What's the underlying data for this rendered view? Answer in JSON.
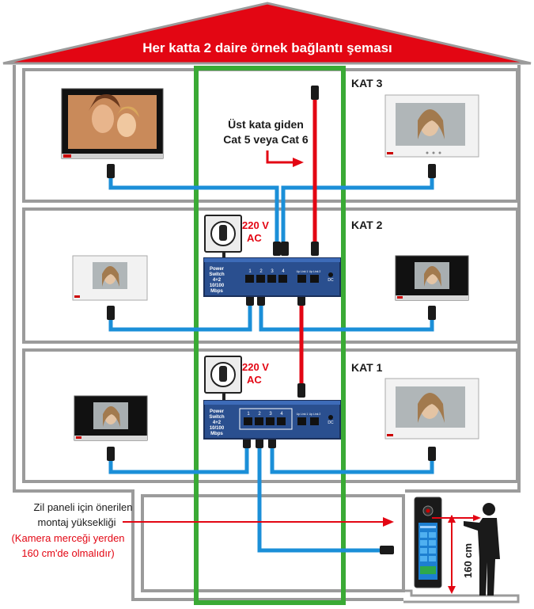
{
  "title": "Her katta 2 daire örnek bağlantı şeması",
  "floors": {
    "kat3": "KAT 3",
    "kat2": "KAT 2",
    "kat1": "KAT 1"
  },
  "power_label": {
    "line1": "220 V",
    "line2": "AC"
  },
  "upper_cable_note": {
    "line1": "Üst kata giden",
    "line2": "Cat 5 veya Cat 6"
  },
  "switch": {
    "l1": "Power",
    "l2": "Switch",
    "l3": "4+2",
    "l4": "10/100",
    "l5": "Mbps",
    "ports": [
      "1",
      "2",
      "3",
      "4"
    ],
    "uplink1": "Up Link 1",
    "uplink2": "Up Link 2",
    "dc": "DC"
  },
  "door_panel_note": {
    "line1": "Zil paneli için önerilen",
    "line2": "montaj yüksekliği",
    "line3": "(Kamera merceği yerden",
    "line4": "160 cm'de olmalıdır)"
  },
  "height_label": "160 cm",
  "colors": {
    "roof": "#e30613",
    "wall": "#9b9b9b",
    "riser": "#3aaa35",
    "cat_blue": "#1b8fd8",
    "cat_red": "#e30613",
    "switch_body": "#2a4f8f"
  }
}
